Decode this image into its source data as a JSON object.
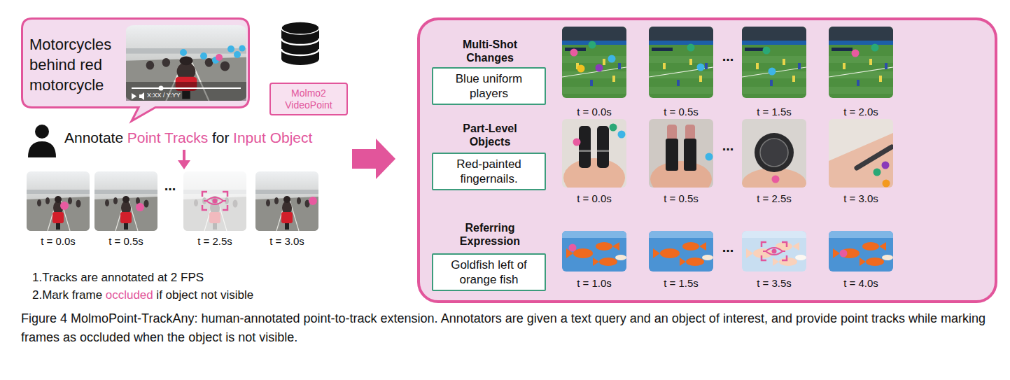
{
  "diagram": {
    "caption": "Figure 4 MolmoPoint-TrackAny: human-annotated point-to-track extension. Annotators are given a text query and an object of interest, and provide point tracks while marking frames as occluded when the object is not visible.",
    "nodes": [
      {
        "text": [
          "Motorcycles behind red motorcycle"
        ]
      },
      {
        "text": [
          "Molmo2 VideoPoint"
        ]
      },
      {
        "text": [
          "Multi-Shot Changes",
          "Part-Level Objects",
          "Referring Expression"
        ]
      },
      {
        "text": [
          "Blue uniform players"
        ],
        "in": 2
      },
      {
        "text": [
          "Red-painted fingernails."
        ],
        "in": 2
      },
      {
        "text": [
          "Goldfish left of orange fish"
        ],
        "in": 2
      }
    ],
    "labels": [
      "X:XX / Y:YY",
      "Annotate",
      "Point Tracks",
      "for",
      "Input Object",
      "t = 0.0s",
      "t = 0.5s",
      "...",
      "t = 2.5s",
      "t = 3.0s",
      "1.Tracks are annotated at 2 FPS",
      "2.Mark frame",
      "occluded",
      "if object not visible",
      "t = 0.0s",
      "t = 0.5s",
      "...",
      "t = 1.5s",
      "t = 2.0s",
      "t = 0.0s",
      "t = 0.5s",
      "...",
      "t = 2.5s",
      "t = 3.0s",
      "t = 1.0s",
      "t = 1.5s",
      "...",
      "t = 3.5s",
      "t = 4.0s"
    ]
  }
}
